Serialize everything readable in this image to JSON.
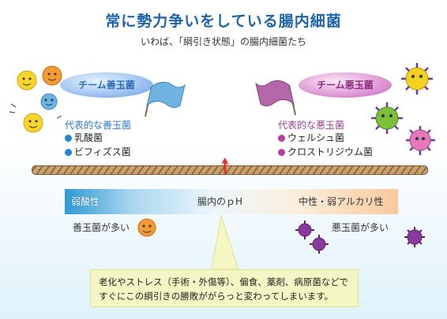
{
  "title": "常に勢力争いをしている腸内細菌",
  "subtitle": "いわば、「綱引き状態」の腸内細菌たち",
  "good_team": {
    "label": "チーム善玉菌",
    "heading": "代表的な善玉菌",
    "items": [
      "乳酸菌",
      "ビフィズス菌"
    ],
    "color": "#2b79c9"
  },
  "bad_team": {
    "label": "チーム悪玉菌",
    "heading": "代表的な悪玉菌",
    "items": [
      "ウェルシュ菌",
      "クロストリジウム菌"
    ],
    "color": "#b03fa6"
  },
  "ph_scale": {
    "left": "弱酸性",
    "center": "腸内のｐH",
    "right": "中性・弱アルカリ性"
  },
  "good_many": "善玉菌が多い",
  "bad_many": "悪玉菌が多い",
  "note_lines": [
    "老化やストレス（手術・外傷等）、偏食、薬剤、病原菌などで",
    "すぐにこの綱引きの勝敗ががらっと変わってしまいます。"
  ]
}
